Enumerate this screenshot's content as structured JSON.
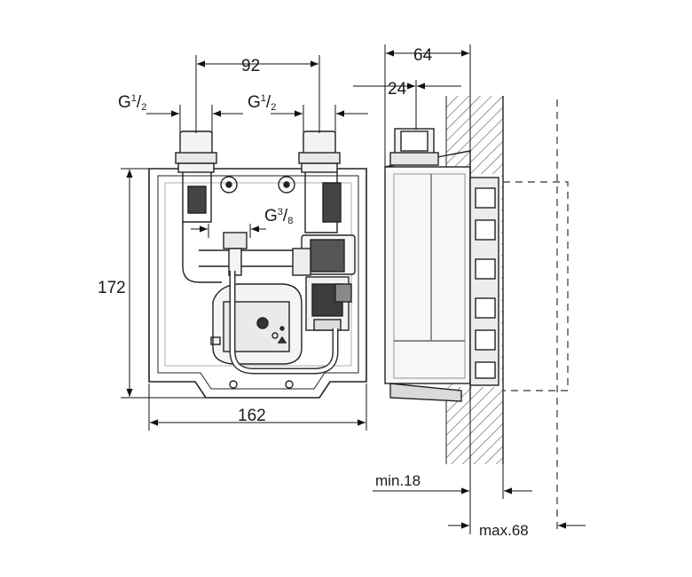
{
  "dimensions": {
    "width_top": "92",
    "thread_left": "G",
    "thread_left_frac_num": "1",
    "thread_left_frac_den": "2",
    "thread_right": "G",
    "thread_right_frac_num": "1",
    "thread_right_frac_den": "2",
    "thread_mid": "G",
    "thread_mid_frac_num": "3",
    "thread_mid_frac_den": "8",
    "height": "172",
    "width_bottom": "162",
    "depth_total": "64",
    "depth_outlet": "24",
    "min_label": "min.18",
    "max_label": "max.68"
  }
}
